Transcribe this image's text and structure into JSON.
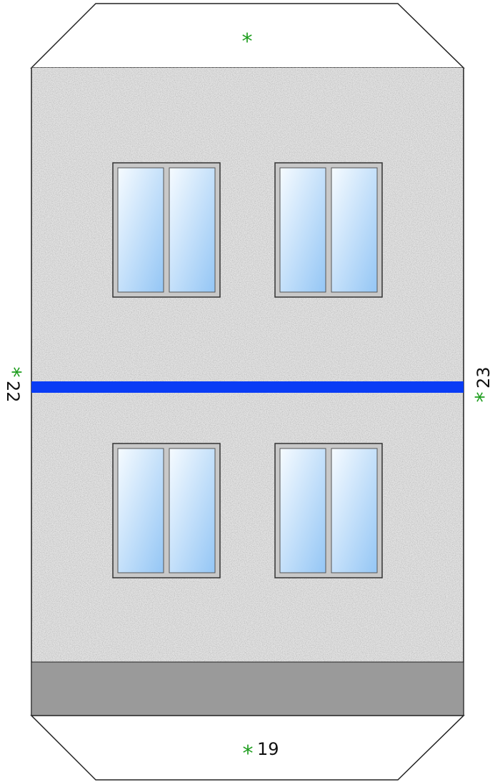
{
  "diagram": {
    "top_flap": {
      "marker": "*",
      "label": ""
    },
    "bottom_flap": {
      "marker": "*",
      "label": "19"
    },
    "left_side": {
      "marker": "*",
      "label": "22"
    },
    "right_side": {
      "marker": "*",
      "label": "23"
    },
    "windows": [
      {
        "name": "upper-left-window"
      },
      {
        "name": "upper-right-window"
      },
      {
        "name": "lower-left-window"
      },
      {
        "name": "lower-right-window"
      }
    ],
    "colors": {
      "wall": "#e2e2e2",
      "base": "#9a9a9a",
      "band": "#0a3cf5",
      "marker": "#1f9e1f",
      "frame": "#c8c8c8",
      "glass_top": "#f6fbff",
      "glass_bottom": "#94c6f5",
      "outline": "#222222"
    }
  }
}
